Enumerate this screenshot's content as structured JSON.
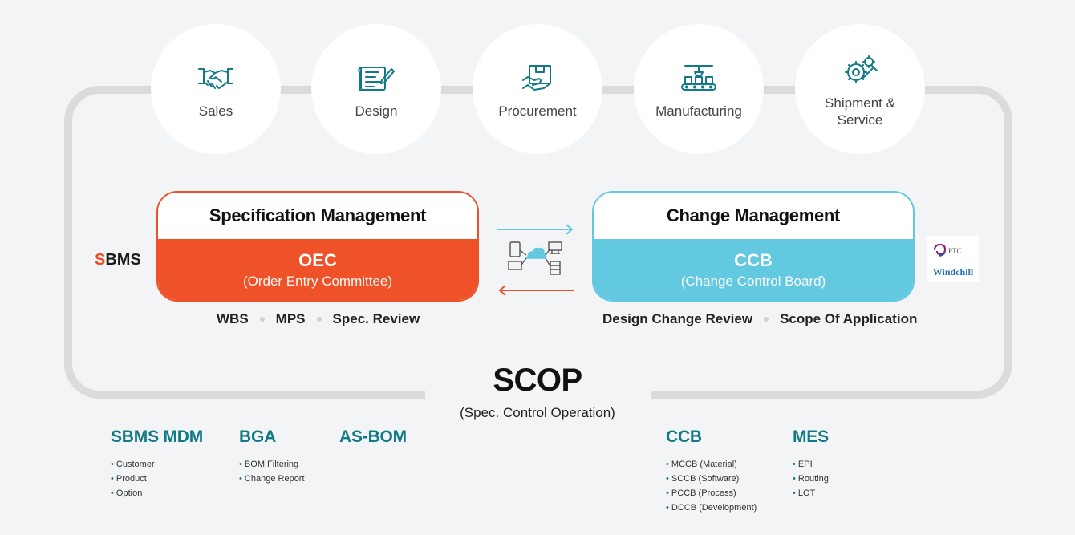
{
  "stages": [
    {
      "label": "Sales",
      "icon": "handshake-icon"
    },
    {
      "label": "Design",
      "icon": "blueprint-icon"
    },
    {
      "label": "Procurement",
      "icon": "package-hand-icon"
    },
    {
      "label": "Manufacturing",
      "icon": "conveyor-robot-icon"
    },
    {
      "label": "Shipment &",
      "label2": "Service",
      "icon": "gears-wrench-icon"
    }
  ],
  "left_system": {
    "prefix": "S",
    "rest": "BMS"
  },
  "right_system": {
    "ptc": "PTC",
    "name": "Windchill"
  },
  "spec_card": {
    "title": "Specification Management",
    "code": "OEC",
    "full": "(Order Entry Committee)",
    "tags": [
      "WBS",
      "MPS",
      "Spec. Review"
    ]
  },
  "change_card": {
    "title": "Change Management",
    "code": "CCB",
    "full": "(Change Control Board)",
    "tags": [
      "Design Change Review",
      "Scope Of Application"
    ]
  },
  "scop": {
    "title": "SCOP",
    "subtitle": "(Spec. Control Operation)"
  },
  "groups": [
    {
      "title": "SBMS MDM",
      "items": [
        "Customer",
        "Product",
        "Option"
      ]
    },
    {
      "title": "BGA",
      "items": [
        "BOM Filtering",
        "Change Report"
      ]
    },
    {
      "title": "AS-BOM",
      "items": []
    },
    {
      "title": "CCB",
      "items": [
        "MCCB (Material)",
        "SCCB (Software)",
        "PCCB (Process)",
        "DCCB (Development)"
      ]
    },
    {
      "title": "MES",
      "items": [
        "EPI",
        "Routing",
        "LOT"
      ]
    }
  ],
  "colors": {
    "orange": "#ef5228",
    "cyan": "#63c9e1",
    "teal": "#127a86",
    "background": "#f3f4f6"
  }
}
